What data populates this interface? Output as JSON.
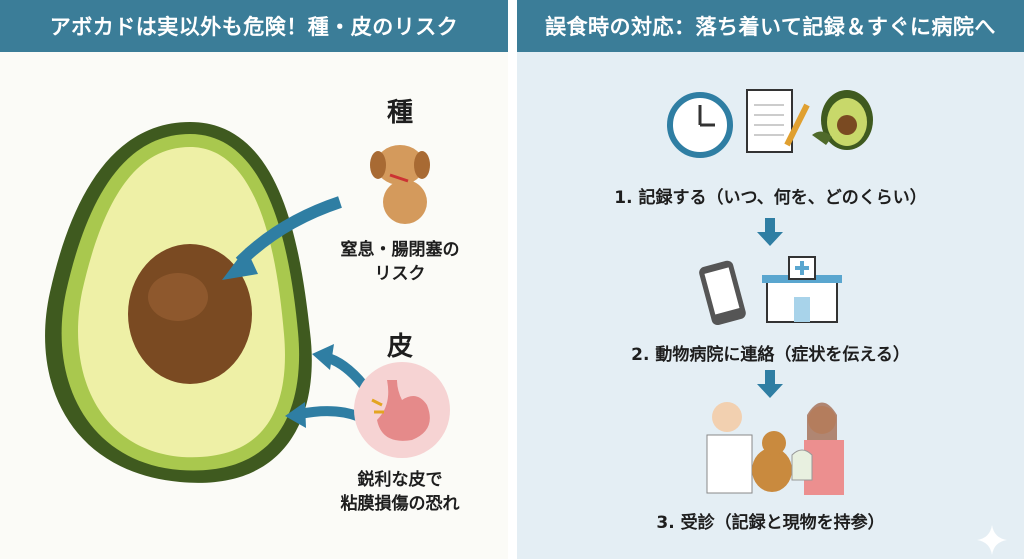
{
  "left": {
    "title": "アボカドは実以外も危険！種・皮のリスク",
    "seed": {
      "label": "種",
      "desc_line1": "窒息・腸閉塞の",
      "desc_line2": "リスク"
    },
    "skin": {
      "label": "皮",
      "desc_line1": "鋭利な皮で",
      "desc_line2": "粘膜損傷の恐れ"
    }
  },
  "right": {
    "title": "誤食時の対応：落ち着いて記録＆すぐに病院へ",
    "steps": [
      "1. 記録する（いつ、何を、どのくらい）",
      "2. 動物病院に連絡（症状を伝える）",
      "3. 受診（記録と現物を持参）"
    ]
  },
  "colors": {
    "header": "#3b7d98",
    "arrow": "#2f7ea3",
    "right_bg": "#e4eef4"
  }
}
